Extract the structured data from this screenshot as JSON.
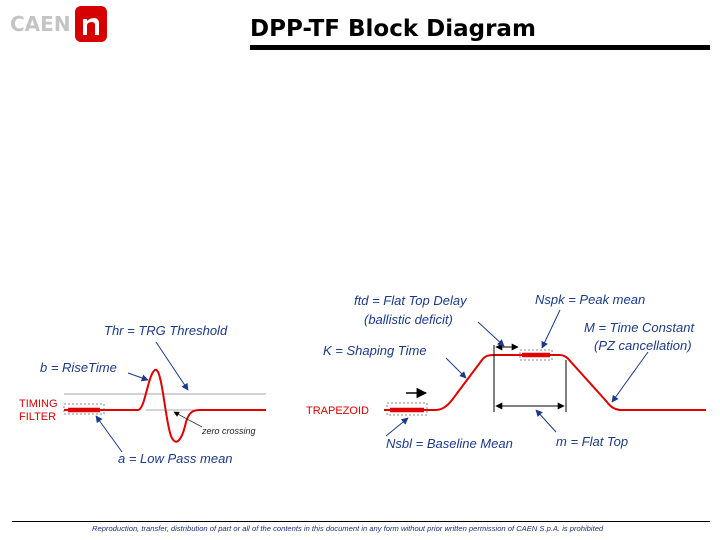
{
  "header": {
    "logo_text": "CAEN",
    "logo_badge": "n",
    "title": "DPP-TF Block Diagram"
  },
  "timing": {
    "label_timing": "TIMING",
    "label_filter": "FILTER",
    "thr": "Thr = TRG Threshold",
    "risetime": "b = RiseTime",
    "zero_crossing": "zero crossing",
    "low_pass": "a = Low Pass mean"
  },
  "trapezoid": {
    "label": "TRAPEZOID",
    "ftd_line1": "ftd = Flat Top Delay",
    "ftd_line2": "(ballistic deficit)",
    "shaping": "K = Shaping Time",
    "nspk": "Nspk = Peak mean",
    "time_const_line1": "M = Time Constant",
    "time_const_line2": "(PZ cancellation)",
    "nsbl": "Nsbl = Baseline Mean",
    "flat_top": "m = Flat Top"
  },
  "colors": {
    "signal": "#e00000",
    "label": "#1a3a8a",
    "arrow": "#1a3a8a"
  },
  "footer": {
    "text": "Reproduction, transfer, distribution of part or all of the contents in this document in any form without prior written permission of CAEN S.p.A. is prohibited"
  }
}
